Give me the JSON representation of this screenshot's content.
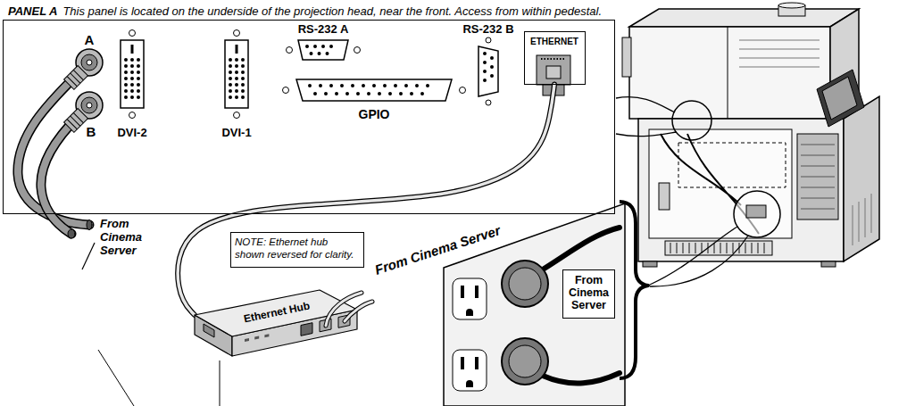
{
  "diagram": {
    "nodes": [
      {
        "text": [
          "PANEL A",
          "This panel is located on the underside of the projection head, near the front. Access from within pedestal."
        ]
      },
      {
        "text": [
          "ETHERNET"
        ],
        "in": 0
      },
      {
        "text": [
          "Ethernet Hub"
        ]
      },
      {
        "text": [
          "NOTE: Ethernet hub shown reversed for clarity."
        ]
      },
      {
        "text": [
          "From Cinema Server"
        ]
      }
    ],
    "edges": [
      {
        "from": 2,
        "to": 1,
        "arrow": "none"
      }
    ],
    "labels": [
      "A",
      "B",
      "DVI-2",
      "DVI-1",
      "RS-232 A",
      "GPIO",
      "RS-232 B",
      "From Cinema Server",
      "From Cinema Server"
    ]
  }
}
